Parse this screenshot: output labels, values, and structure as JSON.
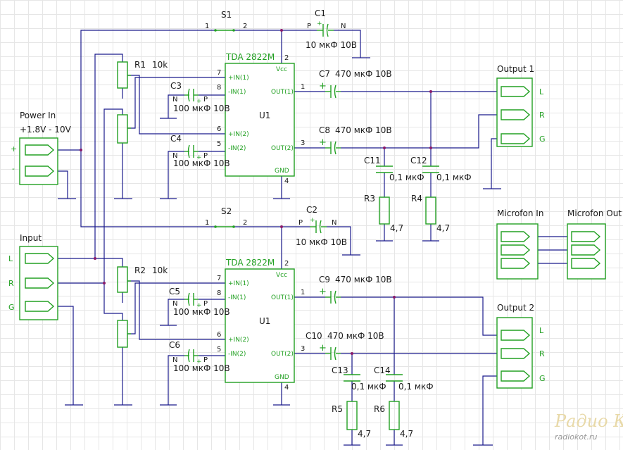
{
  "ic": {
    "top": {
      "name": "TDA 2822M",
      "ref": "U1",
      "vcc": "Vcc",
      "gnd": "GND",
      "in1p": "+IN(1)",
      "in1n": "-IN(1)",
      "in2p": "+IN(2)",
      "in2n": "-IN(2)",
      "out1": "OUT(1)",
      "out2": "OUT(2)",
      "pin7": "7",
      "pin8": "8",
      "pin6": "6",
      "pin5": "5",
      "pin1": "1",
      "pin3": "3",
      "pin2": "2",
      "pin4": "4"
    },
    "bottom": {
      "name": "TDA 2822M",
      "ref": "U1",
      "vcc": "Vcc",
      "gnd": "GND",
      "in1p": "+IN(1)",
      "in1n": "-IN(1)",
      "in2p": "+IN(2)",
      "in2n": "-IN(2)",
      "out1": "OUT(1)",
      "out2": "OUT(2)",
      "pin7": "7",
      "pin8": "8",
      "pin6": "6",
      "pin5": "5",
      "pin1": "1",
      "pin3": "3",
      "pin2": "2",
      "pin4": "4"
    }
  },
  "switches": {
    "s1": {
      "label": "S1",
      "p1": "1",
      "p2": "2"
    },
    "s2": {
      "label": "S2",
      "p1": "1",
      "p2": "2"
    }
  },
  "capacitors": {
    "c1": {
      "label": "C1",
      "value": "10 мкФ 10В",
      "p": "P",
      "n": "N"
    },
    "c2": {
      "label": "C2",
      "value": "10 мкФ 10В",
      "p": "P",
      "n": "N"
    },
    "c3": {
      "label": "C3",
      "value": "100 мкФ 10В",
      "p": "P",
      "n": "N"
    },
    "c4": {
      "label": "C4",
      "value": "100 мкФ 10В",
      "p": "P",
      "n": "N"
    },
    "c5": {
      "label": "C5",
      "value": "100 мкФ 10В",
      "p": "P",
      "n": "N"
    },
    "c6": {
      "label": "C6",
      "value": "100 мкФ 10В",
      "p": "P",
      "n": "N"
    },
    "c7": {
      "label": "C7",
      "value": "470 мкФ 10В"
    },
    "c8": {
      "label": "C8",
      "value": "470 мкФ 10В"
    },
    "c9": {
      "label": "C9",
      "value": "470 мкФ 10В"
    },
    "c10": {
      "label": "C10",
      "value": "470 мкФ 10В"
    },
    "c11": {
      "label": "C11",
      "value": "0,1 мкФ"
    },
    "c12": {
      "label": "C12",
      "value": "0,1 мкФ"
    },
    "c13": {
      "label": "C13",
      "value": "0,1 мкФ"
    },
    "c14": {
      "label": "C14",
      "value": "0,1 мкФ"
    }
  },
  "resistors": {
    "r1": {
      "label": "R1",
      "value": "10k"
    },
    "r2": {
      "label": "R2",
      "value": "10k"
    },
    "r3": {
      "label": "R3",
      "value": "4,7"
    },
    "r4": {
      "label": "R4",
      "value": "4,7"
    },
    "r5": {
      "label": "R5",
      "value": "4,7"
    },
    "r6": {
      "label": "R6",
      "value": "4,7"
    }
  },
  "connectors": {
    "power": {
      "title": "Power In",
      "voltage": "+1.8V - 10V",
      "plus": "+",
      "minus": "-"
    },
    "input": {
      "title": "Input",
      "l": "L",
      "r": "R",
      "g": "G"
    },
    "out1": {
      "title": "Output 1",
      "l": "L",
      "r": "R",
      "g": "G"
    },
    "out2": {
      "title": "Output 2",
      "l": "L",
      "r": "R",
      "g": "G"
    },
    "micin": {
      "title": "Microfon In"
    },
    "micout": {
      "title": "Microfon Out"
    }
  },
  "watermark": {
    "logo": "Радио КОТ",
    "url": "radiokot.ru"
  },
  "colors": {
    "wire": "#1a1a8c",
    "component": "#22a022",
    "junction": "#8a1a6a",
    "grid": "#e6e6e6"
  }
}
